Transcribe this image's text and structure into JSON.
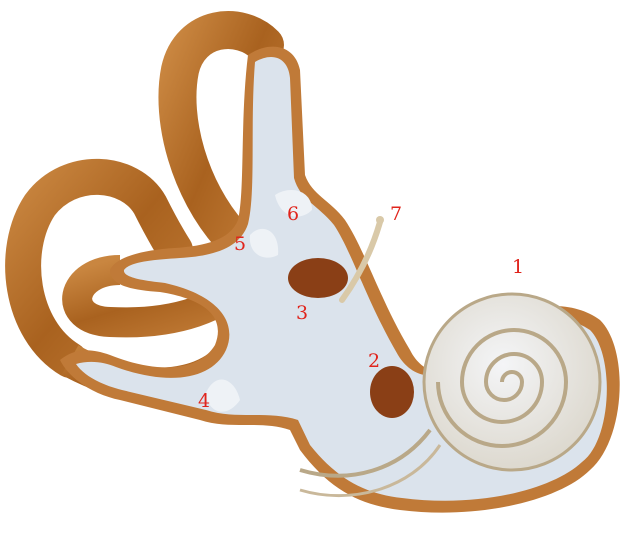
{
  "colors": {
    "outer_tissue": "#b5712a",
    "outer_tissue_light": "#d79a55",
    "membrane": "#dbe3ec",
    "membrane_light": "#eef2f6",
    "cavity": "#8a3f16",
    "cochlea_face": "#e4e7ec",
    "cochlea_groove": "#b9a888",
    "labels": "#e0241c"
  },
  "labels": [
    {
      "id": "1",
      "text": "1"
    },
    {
      "id": "2",
      "text": "2"
    },
    {
      "id": "3",
      "text": "3"
    },
    {
      "id": "4",
      "text": "4"
    },
    {
      "id": "5",
      "text": "5"
    },
    {
      "id": "6",
      "text": "6"
    },
    {
      "id": "7",
      "text": "7"
    }
  ]
}
